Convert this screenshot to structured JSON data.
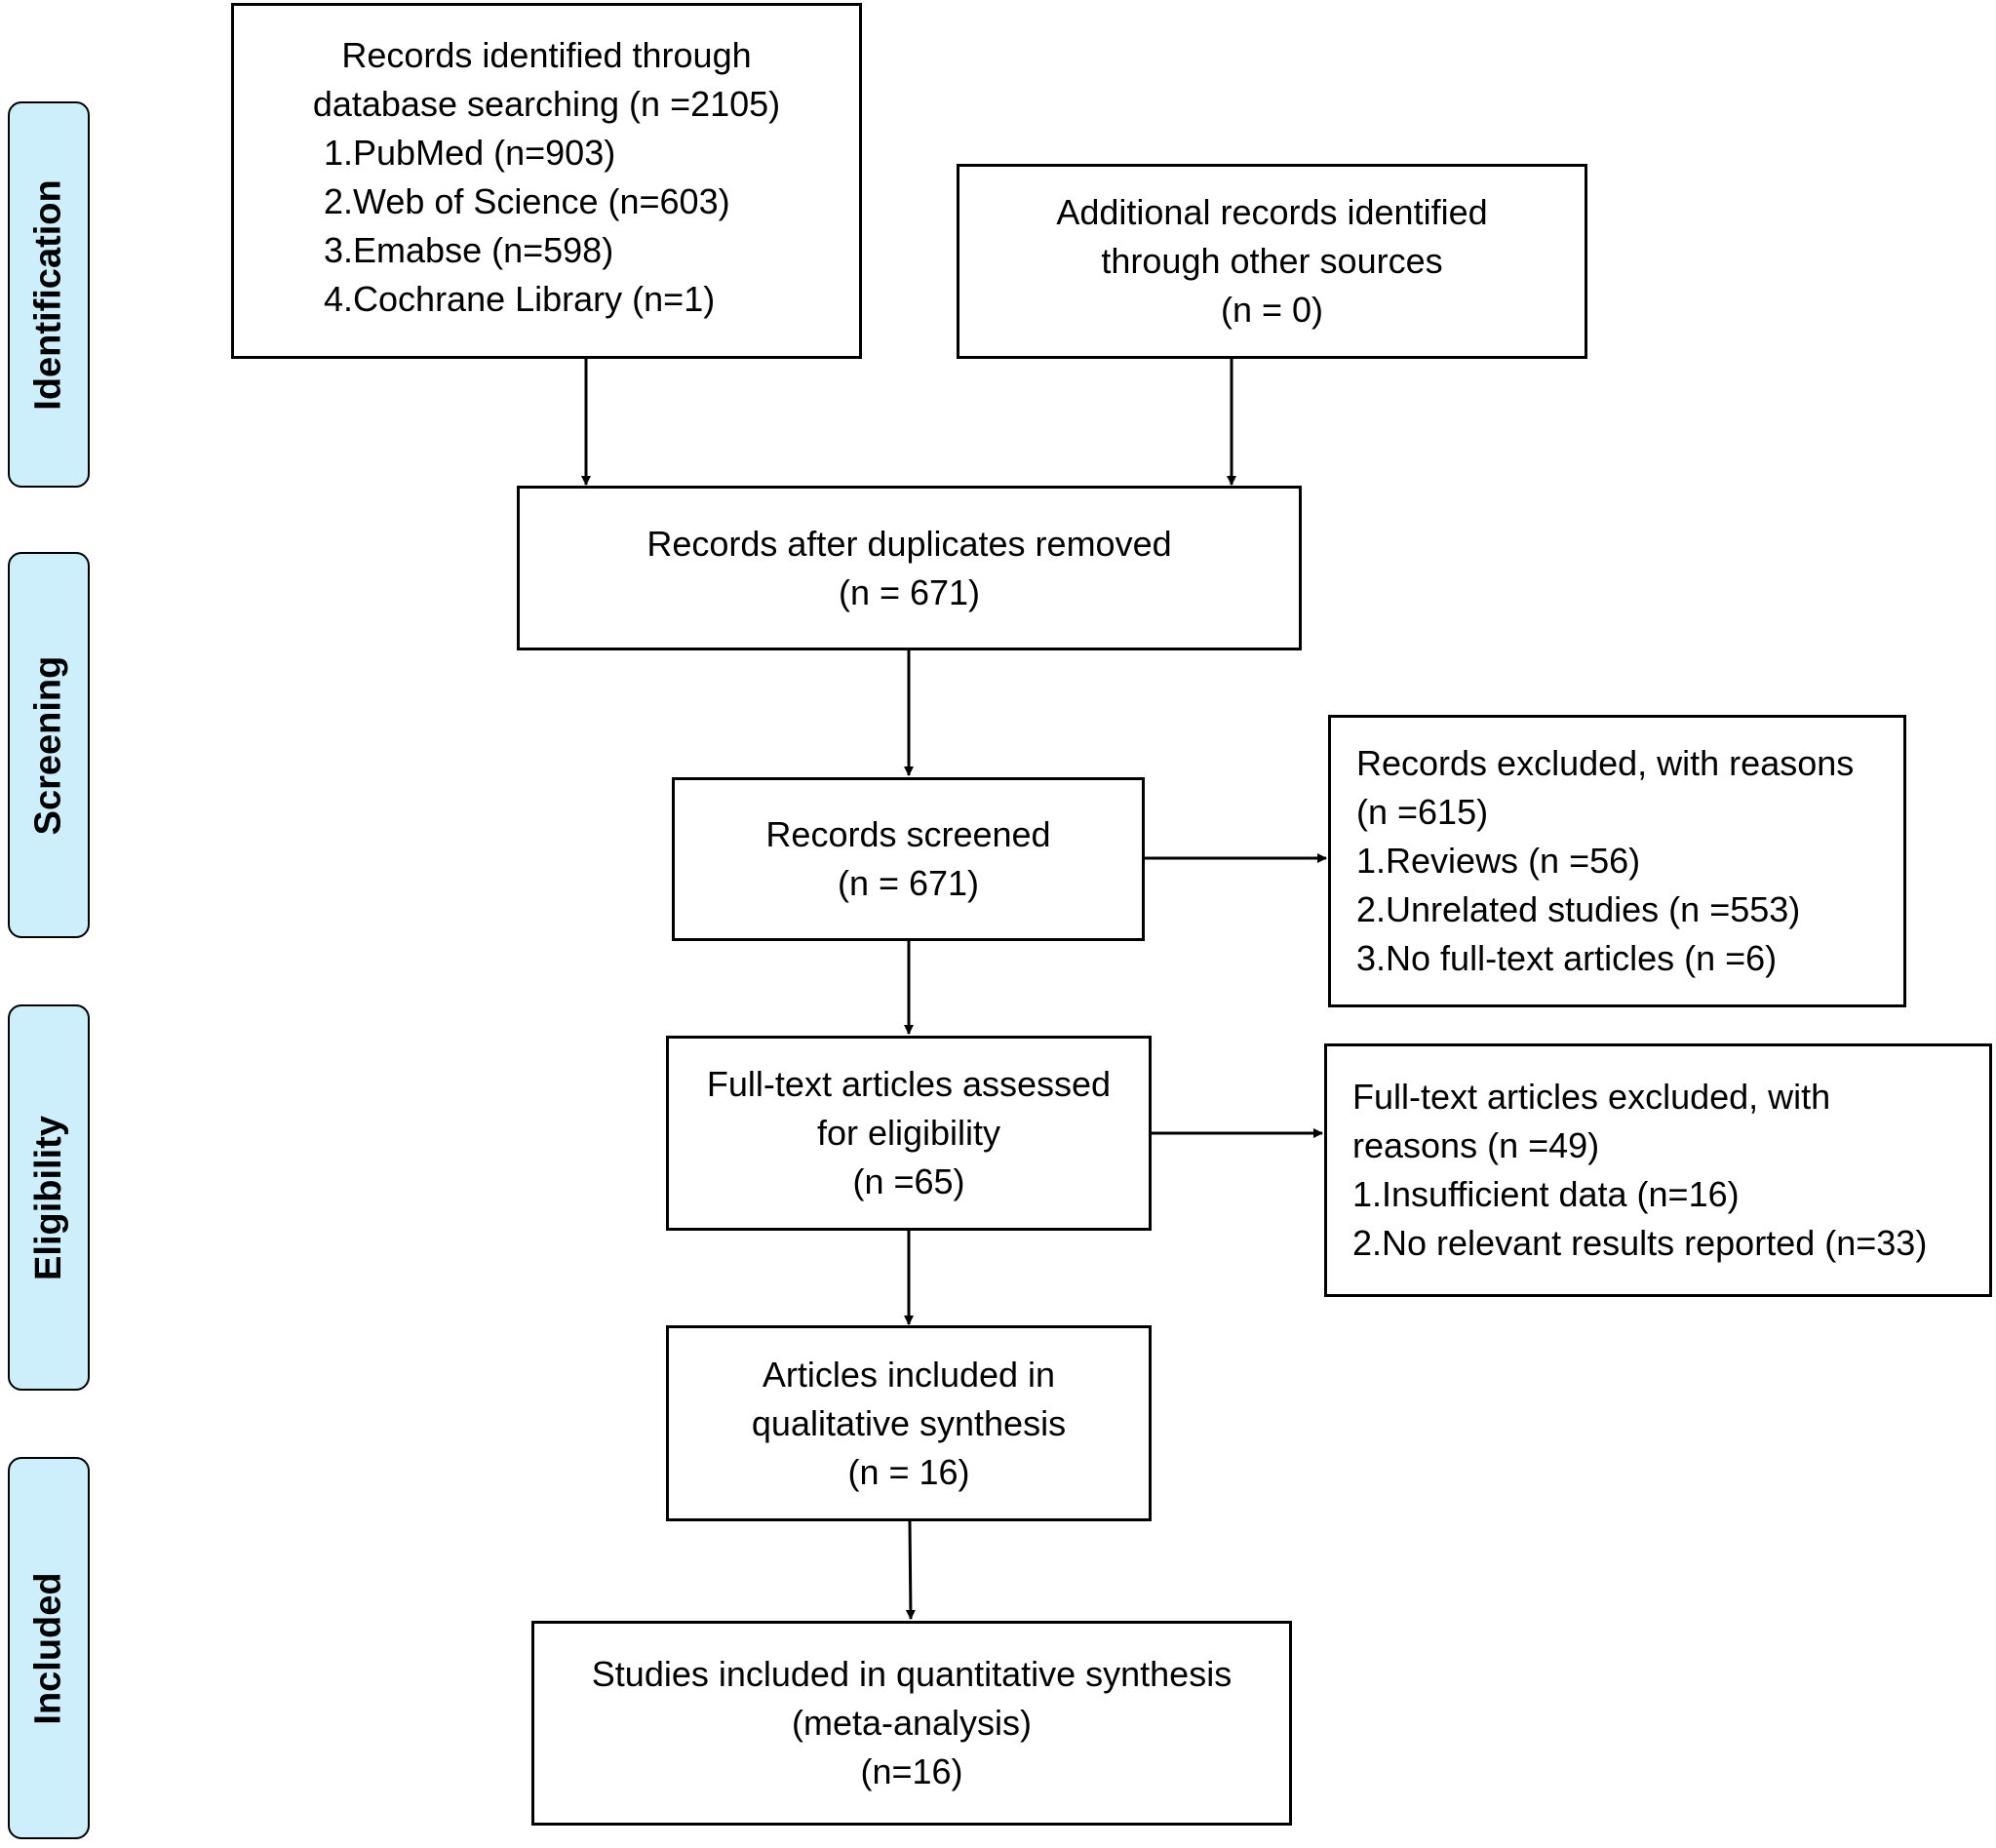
{
  "phases": {
    "identification": "Identification",
    "screening": "Screening",
    "eligibility": "Eligibility",
    "included": "Included"
  },
  "boxes": {
    "db_search": {
      "lines": [
        "Records identified through",
        "database searching (n =2105)"
      ],
      "items": [
        "1.PubMed (n=903)",
        "2.Web of Science (n=603)",
        "3.Emabse (n=598)",
        "4.Cochrane Library (n=1)"
      ]
    },
    "other_sources": [
      "Additional records identified",
      "through other sources",
      "(n = 0)"
    ],
    "duplicates_removed": [
      "Records after duplicates removed",
      "(n = 671)"
    ],
    "screened": [
      "Records screened",
      "(n = 671)"
    ],
    "excluded_records": [
      "Records excluded, with reasons",
      "(n =615)",
      "1.Reviews (n =56)",
      "2.Unrelated studies (n =553)",
      "3.No full-text articles (n =6)"
    ],
    "fulltext_assessed": [
      "Full-text articles assessed",
      "for eligibility",
      "(n =65)"
    ],
    "fulltext_excluded": [
      "Full-text articles excluded, with",
      "reasons (n =49)",
      "1.Insufficient data (n=16)",
      "2.No relevant results reported (n=33)"
    ],
    "qualitative": [
      "Articles included in",
      "qualitative synthesis",
      "(n = 16)"
    ],
    "quantitative": [
      "Studies included in quantitative synthesis",
      "(meta-analysis)",
      "(n=16)"
    ]
  }
}
